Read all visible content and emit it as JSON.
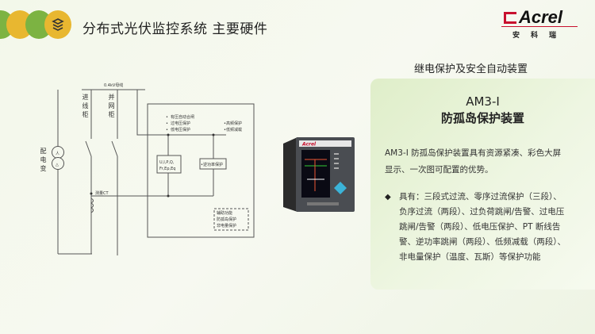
{
  "header": {
    "title": "分布式光伏监控系统  主要硬件",
    "icon": "layers-icon",
    "circle_colors": [
      "#7cb342",
      "#e8b730",
      "#7cb342",
      "#e8b730"
    ]
  },
  "logo": {
    "brand": "Acrel",
    "chinese": "安科瑞",
    "color": "#c8102e"
  },
  "subtitle": "继电保护及安全自动装置",
  "panel": {
    "model": "AM3-I",
    "name": "防孤岛保护装置",
    "description": "AM3-I 防孤岛保护装置具有资源紧凑、彩色大屏显示、一次图可配置的优势。",
    "features": "具有：三段式过流、零序过流保护（三段）、负序过流（两段）、过负荷跳闸/告警、过电压跳闸/告警（两段）、低电压保护、PT 断线告警、逆功率跳闸（两段）、低频减载（两段）、非电量保护（温度、瓦斯）等保护功能"
  },
  "diagram": {
    "bus": "0.4kV母线",
    "incoming": "进线柜",
    "grid": "并网柜",
    "transformer": "配电变",
    "ct": "测量CT",
    "left_funcs": [
      "有压自动合闸",
      "过电压保护",
      "低电压保护"
    ],
    "right_funcs": [
      "高频保护",
      "低频减载"
    ],
    "meas1": "U,I,P,Q,",
    "meas2": "Fr,Ep,Eq",
    "reverse": "逆功率保护",
    "aux_title": "辅助功能",
    "aux": [
      "防孤岛保护",
      "非电量保护"
    ]
  },
  "device": {
    "brand": "Acrel"
  }
}
